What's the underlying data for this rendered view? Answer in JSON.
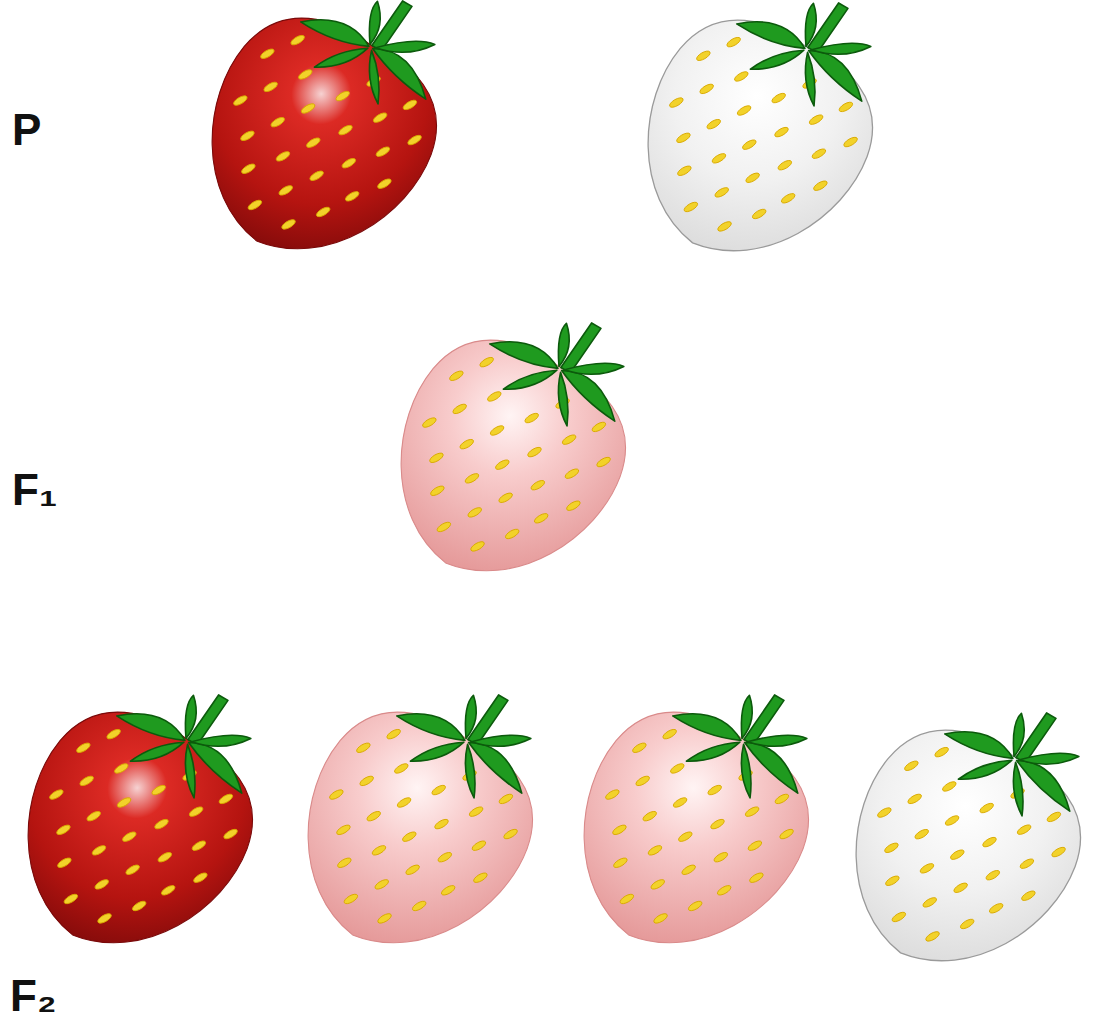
{
  "diagram": {
    "labels": [
      "P",
      "F₁",
      "F₂"
    ]
  }
}
